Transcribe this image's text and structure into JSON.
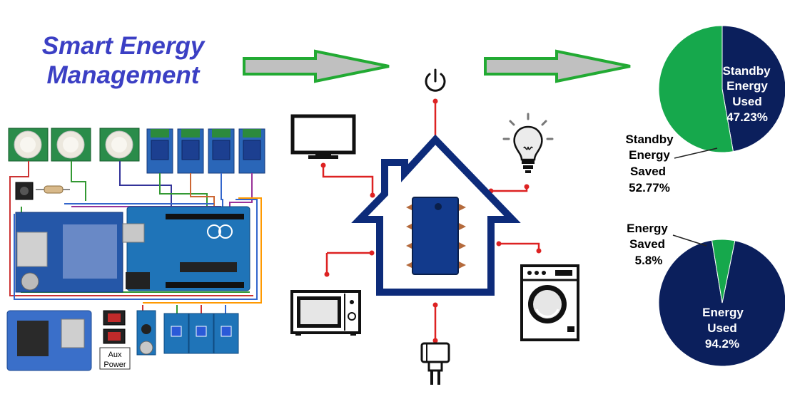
{
  "title": {
    "line1": "Smart Energy",
    "line2": "Management"
  },
  "hardware": {
    "aux_label_line1": "Aux",
    "aux_label_line2": "Power"
  },
  "colors": {
    "arrow_fill": "#c0c0c0",
    "arrow_border": "#22aa33",
    "wire": "#dd2222",
    "house": "#0d2b7a",
    "chip": "#123a8c",
    "pin": "#b46a3c",
    "pie_dark": "#0b1f5c",
    "pie_green": "#16a84c",
    "title": "#3b3fc4"
  },
  "icons": [
    "power-icon",
    "tv-icon",
    "light-bulb-icon",
    "microwave-icon",
    "washing-machine-icon",
    "plug-icon",
    "microcontroller-chip-icon",
    "house-icon"
  ],
  "chart_data": [
    {
      "type": "pie",
      "title": "",
      "slices": [
        {
          "label": "Standby Energy Used",
          "value": 47.23,
          "display": "47.23%",
          "color": "#0b1f5c"
        },
        {
          "label": "Standby Energy Saved",
          "value": 52.77,
          "display": "52.77%",
          "color": "#16a84c"
        }
      ]
    },
    {
      "type": "pie",
      "title": "",
      "slices": [
        {
          "label": "Energy Used",
          "value": 94.2,
          "display": "94.2%",
          "color": "#0b1f5c"
        },
        {
          "label": "Energy Saved",
          "value": 5.8,
          "display": "5.8%",
          "color": "#16a84c"
        }
      ]
    }
  ]
}
